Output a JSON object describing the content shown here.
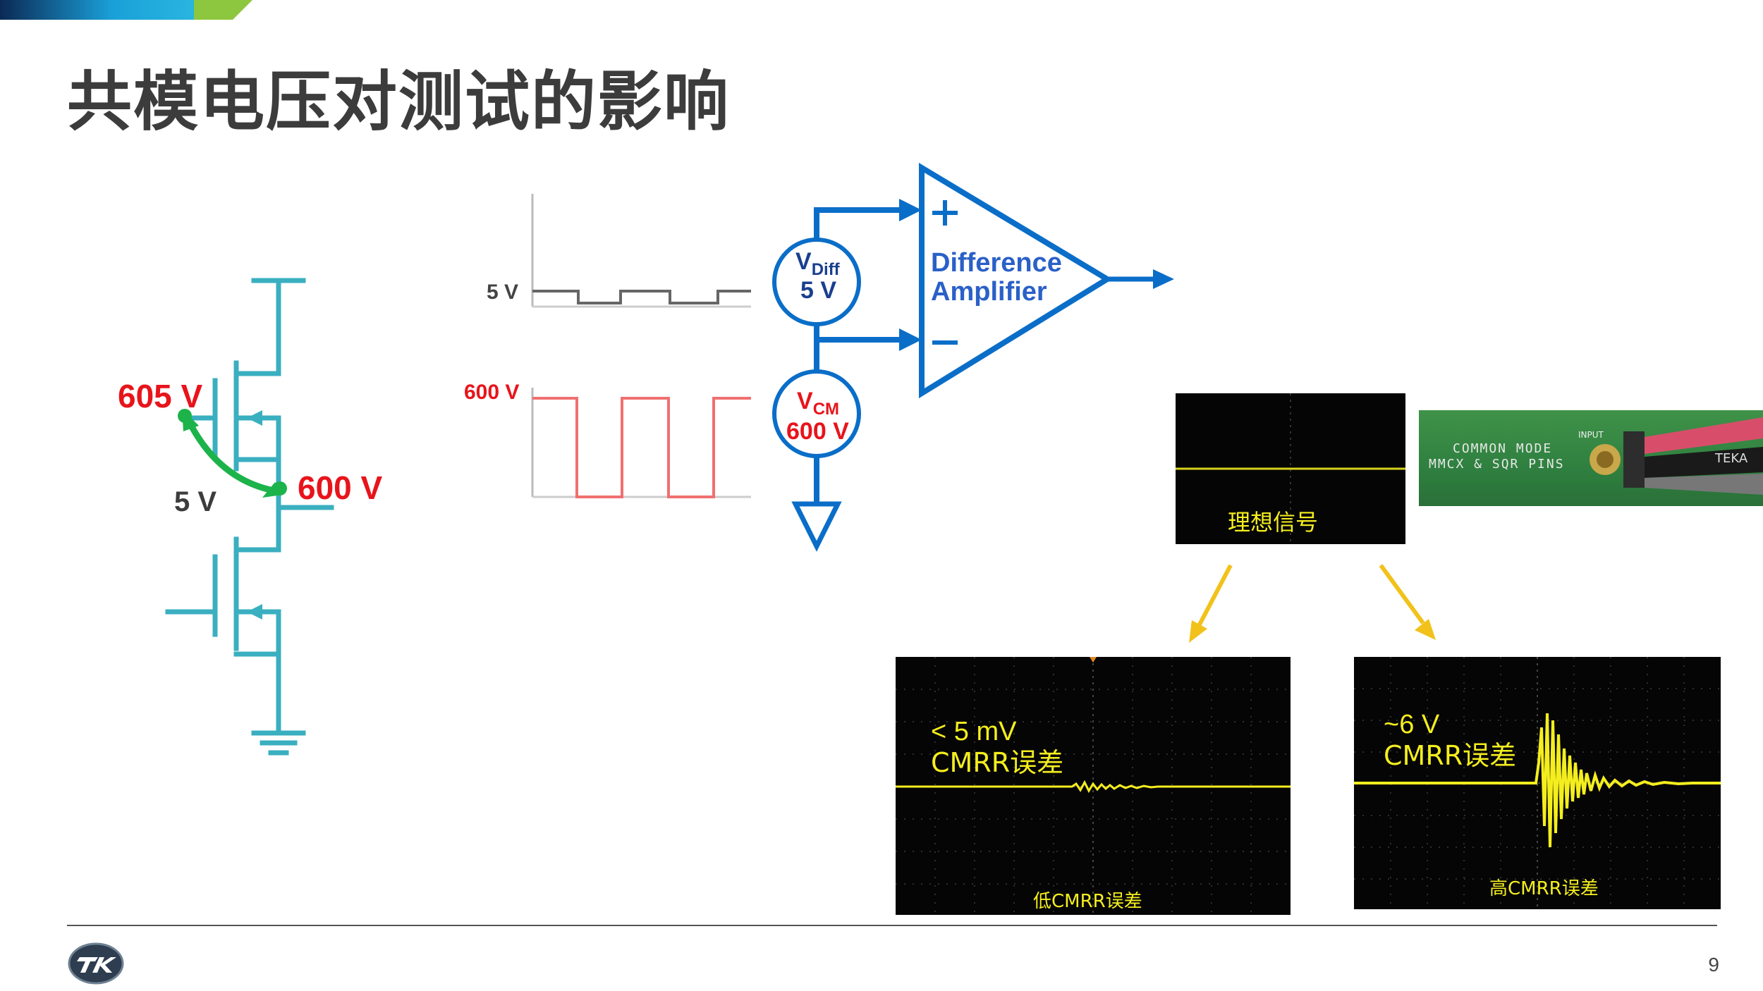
{
  "slide": {
    "title": "共模电压对测试的影响",
    "page_number": "9"
  },
  "colors": {
    "circuit": "#3aafc0",
    "node_green": "#1db34b",
    "voltage_red": "#e8141b",
    "amp_blue": "#0a6ec8",
    "wave_gray": "#666666",
    "wave_red": "#f07070",
    "scope_trace": "#f4ee1e",
    "arrow_yellow": "#f2c21b"
  },
  "transistor_circuit": {
    "high_node_voltage": "605 V",
    "source_node_voltage": "600 V",
    "gate_source_voltage": "5 V"
  },
  "waveforms": {
    "gray_label": "5 V",
    "red_label": "600 V"
  },
  "amplifier": {
    "line1": "Difference",
    "line2": "Amplifier",
    "plus": "+",
    "minus": "−",
    "vdiff_main": "V",
    "vdiff_sub": "Diff",
    "vdiff_value": "5 V",
    "vcm_main": "V",
    "vcm_sub": "CM",
    "vcm_value": "600 V"
  },
  "probe_photo": {
    "line1": "COMMON MODE",
    "line2": "MMCX & SQR PINS",
    "input_label": "INPUT",
    "tag": "TEKA"
  },
  "scope_ideal": {
    "caption": "理想信号"
  },
  "scope_low": {
    "line1": "< 5 mV",
    "line2": "CMRR误差",
    "caption": "低CMRR误差"
  },
  "scope_high": {
    "line1": "~6 V",
    "line2": "CMRR误差",
    "caption": "高CMRR误差"
  }
}
